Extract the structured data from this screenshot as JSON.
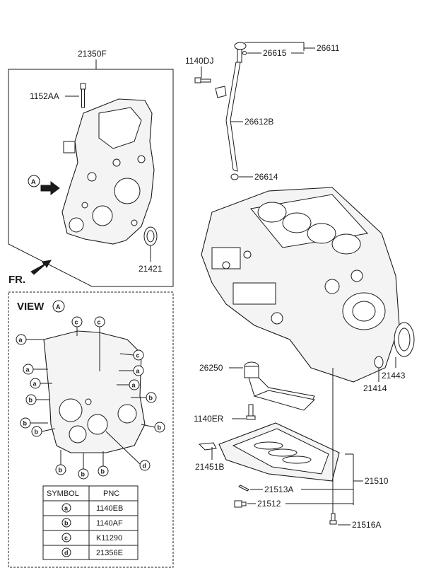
{
  "labels": {
    "p21350F": "21350F",
    "p1152AA": "1152AA",
    "p21421": "21421",
    "fr": "FR.",
    "viewA": "VIEW",
    "viewA_circle": "A",
    "arrowA": "A",
    "p1140DJ": "1140DJ",
    "p26611": "26611",
    "p26615": "26615",
    "p26612B": "26612B",
    "p26614": "26614",
    "p26250": "26250",
    "p1140ER": "1140ER",
    "p21451B": "21451B",
    "p21513A": "21513A",
    "p21512": "21512",
    "p21510": "21510",
    "p21516A": "21516A",
    "p21414": "21414",
    "p21443": "21443"
  },
  "symbols": {
    "a": "a",
    "b": "b",
    "c": "c",
    "d": "d"
  },
  "table": {
    "headers": [
      "SYMBOL",
      "PNC"
    ],
    "rows": [
      {
        "symbol": "a",
        "pnc": "1140EB"
      },
      {
        "symbol": "b",
        "pnc": "1140AF"
      },
      {
        "symbol": "c",
        "pnc": "K11290"
      },
      {
        "symbol": "d",
        "pnc": "21356E"
      }
    ]
  }
}
